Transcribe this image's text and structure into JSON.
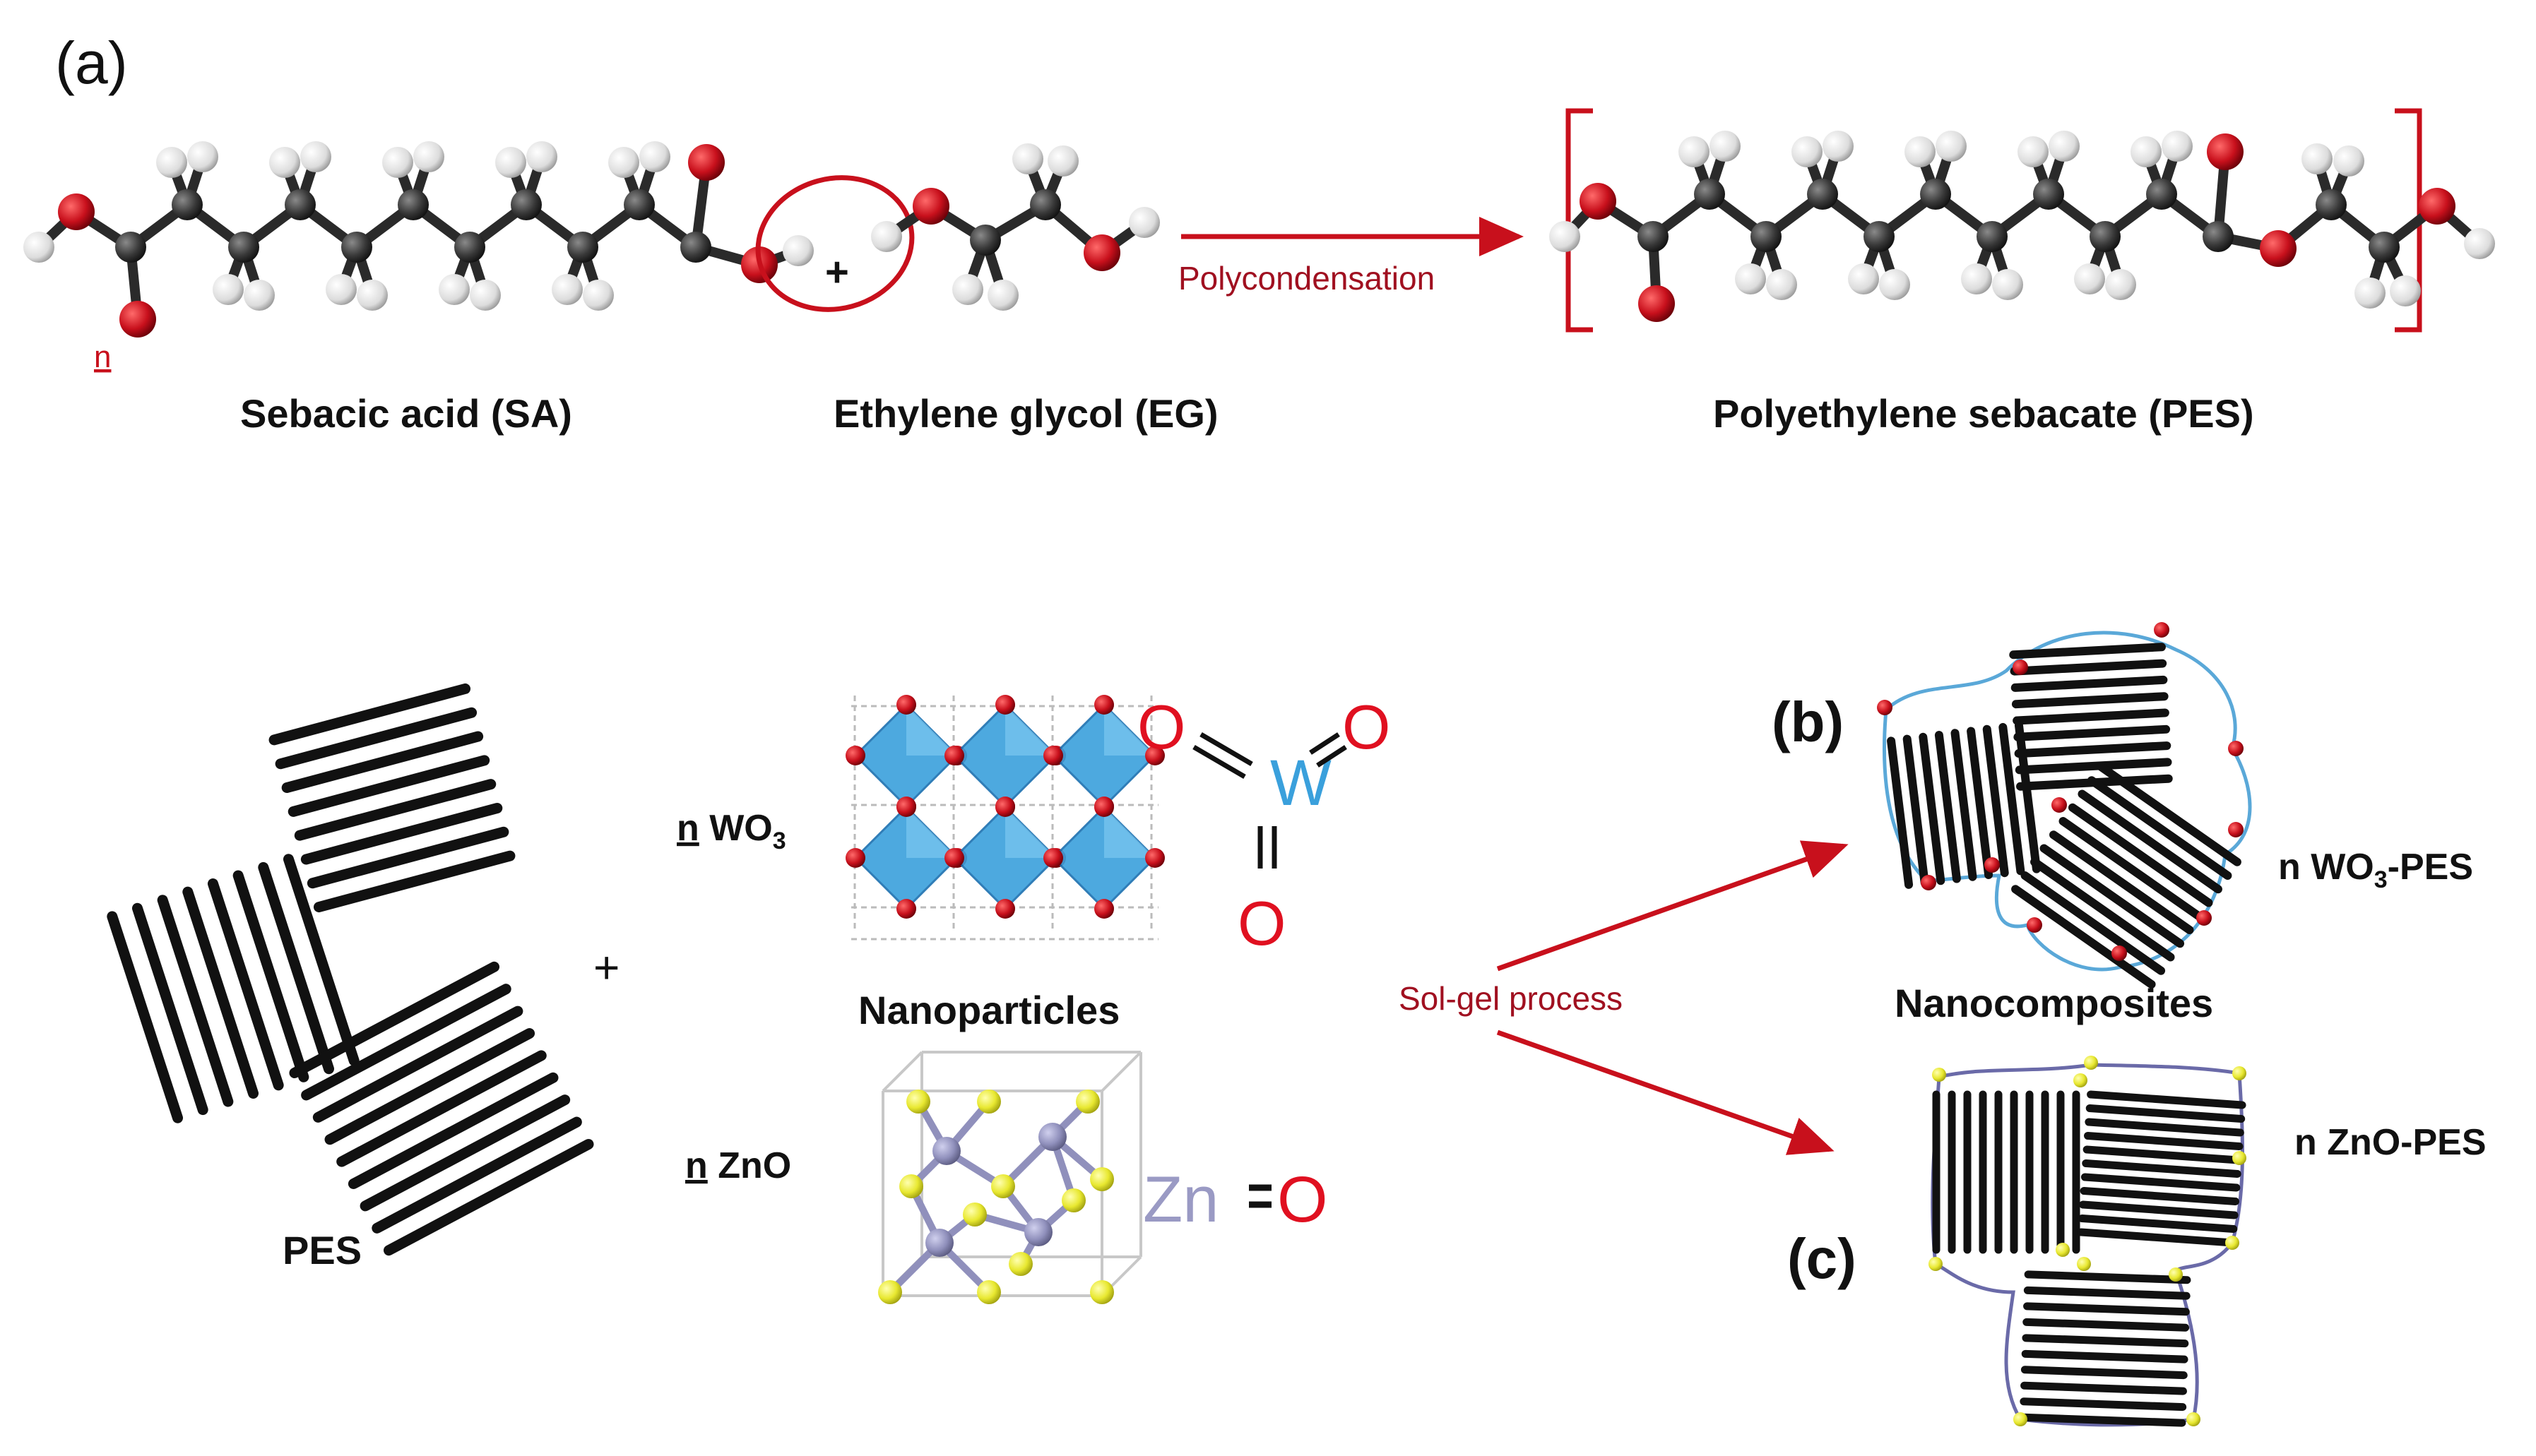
{
  "colors": {
    "carbon": "#3a3a3a",
    "hydrogen": "#f2f2f2",
    "oxygen": "#c8101c",
    "arrow": "#c8101c",
    "polyhedra": "#3aa0dc",
    "tungsten": "#3aa0dc",
    "zinc": "#9a9ac4",
    "sulfur_yellow": "#e8e830",
    "chain_outline_b": "#5aa8d8",
    "chain_outline_c": "#6a6aa8",
    "lamella": "#111111"
  },
  "labels": {
    "panel_a": "(a)",
    "panel_b": "(b)",
    "panel_c": "(c)",
    "repeat_n": "n",
    "plus": "+",
    "sebacic_acid": "Sebacic acid (SA)",
    "ethylene_glycol": "Ethylene glycol (EG)",
    "polycondensation": "Polycondensation",
    "pes_full": "Polyethylene sebacate (PES)",
    "pes": "PES",
    "wo3_n": "n",
    "wo3_formula": "WO",
    "wo3_sub": "3",
    "nanoparticles": "Nanoparticles",
    "zno_n": "n",
    "zno_formula": "ZnO",
    "sol_gel": "Sol-gel process",
    "nanocomposites": "Nanocomposites",
    "wo3_pes_prefix": "n WO",
    "wo3_pes_sub": "3",
    "wo3_pes_suffix": "-PES",
    "zno_pes": "n ZnO-PES",
    "w_symbol": "W",
    "o_symbol": "O",
    "zn_symbol": "Zn",
    "eq": "="
  }
}
